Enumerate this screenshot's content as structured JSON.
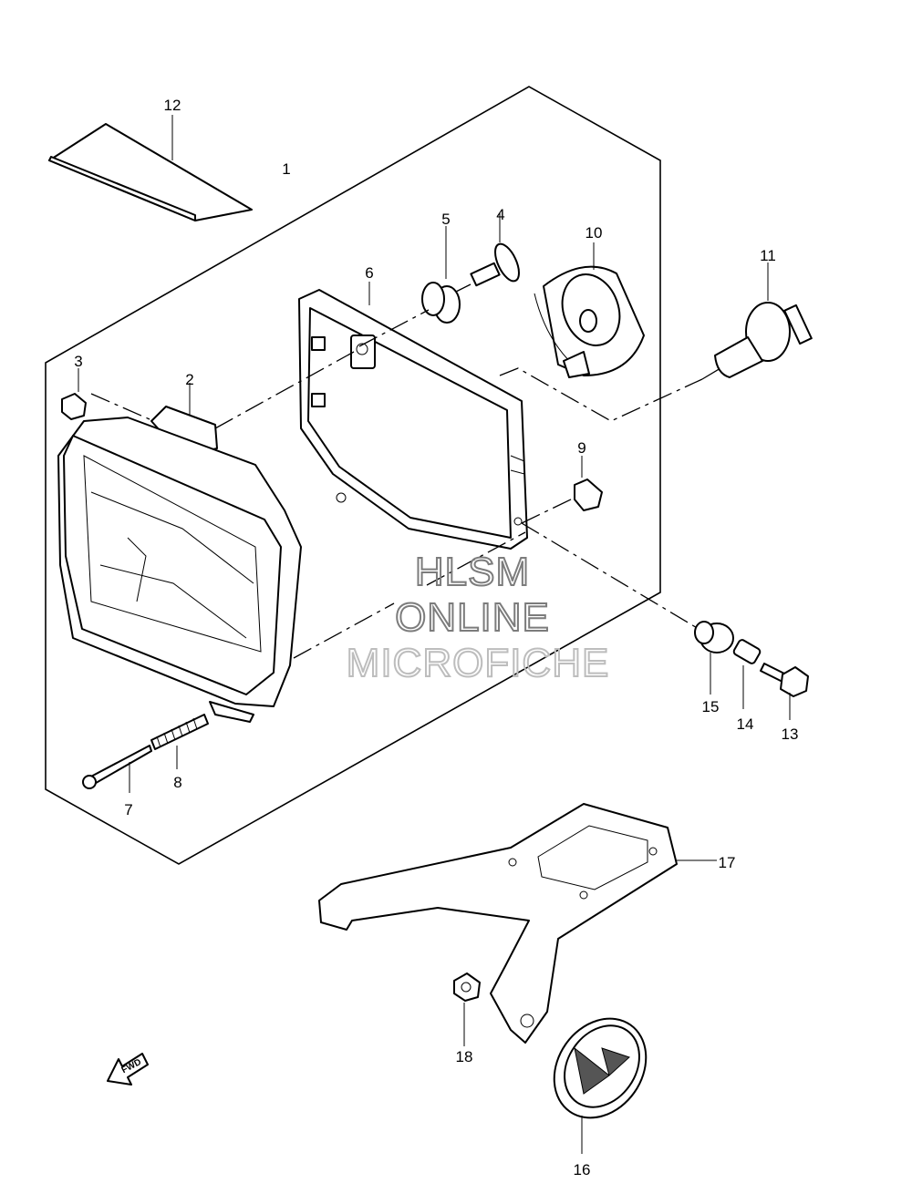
{
  "callouts": [
    {
      "id": "c1",
      "label": "1"
    },
    {
      "id": "c2",
      "label": "2"
    },
    {
      "id": "c3",
      "label": "3"
    },
    {
      "id": "c4",
      "label": "4"
    },
    {
      "id": "c5",
      "label": "5"
    },
    {
      "id": "c6",
      "label": "6"
    },
    {
      "id": "c7",
      "label": "7"
    },
    {
      "id": "c8",
      "label": "8"
    },
    {
      "id": "c9",
      "label": "9"
    },
    {
      "id": "c10",
      "label": "10"
    },
    {
      "id": "c11",
      "label": "11"
    },
    {
      "id": "c12",
      "label": "12"
    },
    {
      "id": "c13",
      "label": "13"
    },
    {
      "id": "c14",
      "label": "14"
    },
    {
      "id": "c15",
      "label": "15"
    },
    {
      "id": "c16",
      "label": "16"
    },
    {
      "id": "c17",
      "label": "17"
    },
    {
      "id": "c18",
      "label": "18"
    }
  ],
  "watermark": {
    "line1": "HLSM",
    "line2": "ONLINE",
    "line3": "MICROFICHE"
  },
  "direction_arrow": {
    "label": "FWD"
  }
}
